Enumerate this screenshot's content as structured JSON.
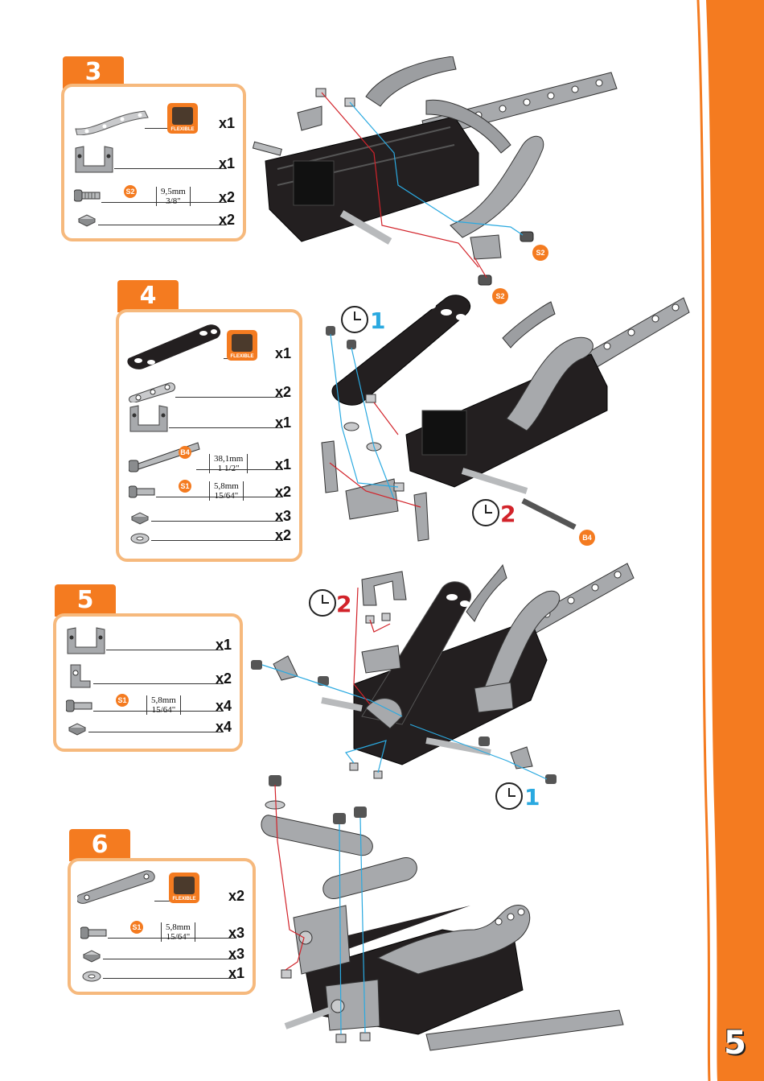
{
  "page": {
    "number": "5",
    "accent": "#f47b20"
  },
  "steps": [
    {
      "number": "3",
      "parts": [
        {
          "icon": "curved-flexible-strip-icon",
          "flexible": true,
          "qty": "x1"
        },
        {
          "icon": "u-bracket-icon",
          "qty": "x1"
        },
        {
          "icon": "bolt-icon",
          "code": "S2",
          "size_metric": "9,5mm",
          "size_imperial": "3/8\"",
          "qty": "x2"
        },
        {
          "icon": "square-nut-icon",
          "qty": "x2"
        }
      ],
      "callouts": [
        "S2",
        "S2"
      ]
    },
    {
      "number": "4",
      "parts": [
        {
          "icon": "black-plate-icon",
          "flexible": true,
          "qty": "x1"
        },
        {
          "icon": "short-strip-icon",
          "qty": "x2"
        },
        {
          "icon": "u-bracket-icon",
          "qty": "x1"
        },
        {
          "icon": "axle-icon",
          "code": "B4",
          "size_metric": "38,1mm",
          "size_imperial": "1 1/2\"",
          "qty": "x1"
        },
        {
          "icon": "bolt-icon",
          "code": "S1",
          "size_metric": "5,8mm",
          "size_imperial": "15/64\"",
          "qty": "x2"
        },
        {
          "icon": "square-nut-icon",
          "qty": "x3"
        },
        {
          "icon": "washer-icon",
          "qty": "x2"
        }
      ],
      "order": [
        "1",
        "2"
      ],
      "callouts": [
        "B4"
      ]
    },
    {
      "number": "5",
      "parts": [
        {
          "icon": "u-bracket-icon",
          "qty": "x1"
        },
        {
          "icon": "angle-bracket-icon",
          "qty": "x2"
        },
        {
          "icon": "bolt-icon",
          "code": "S1",
          "size_metric": "5,8mm",
          "size_imperial": "15/64\"",
          "qty": "x4"
        },
        {
          "icon": "square-nut-icon",
          "qty": "x4"
        }
      ],
      "order": [
        "2",
        "1"
      ]
    },
    {
      "number": "6",
      "parts": [
        {
          "icon": "flexible-plate-icon",
          "flexible": true,
          "qty": "x2"
        },
        {
          "icon": "bolt-icon",
          "code": "S1",
          "size_metric": "5,8mm",
          "size_imperial": "15/64\"",
          "qty": "x3"
        },
        {
          "icon": "square-nut-icon",
          "qty": "x3"
        },
        {
          "icon": "washer-icon",
          "qty": "x1"
        }
      ]
    }
  ],
  "colors": {
    "red_guide": "#d2232a",
    "blue_guide": "#2aa9e0",
    "metal": "#a7a9ac",
    "black_part": "#231f20"
  }
}
